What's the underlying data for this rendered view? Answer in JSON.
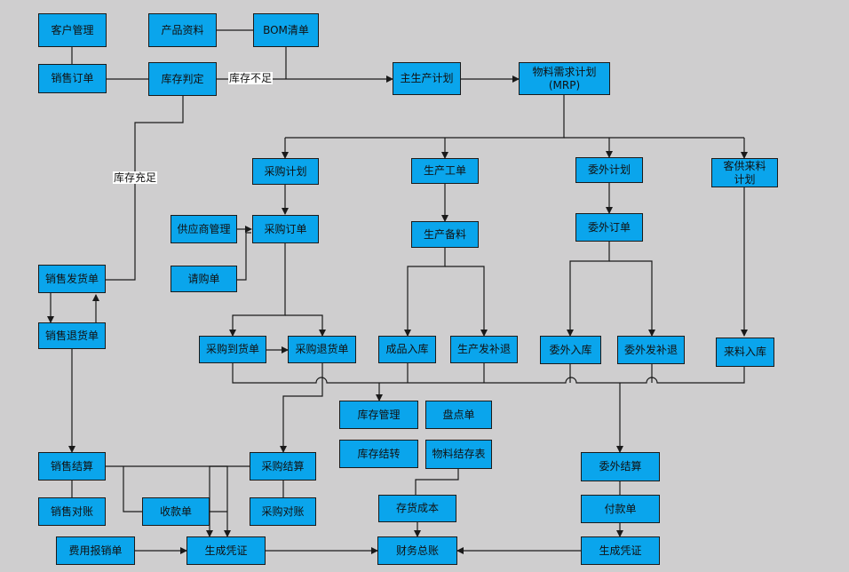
{
  "nodes": {
    "customer_mgmt": "客户管理",
    "product_info": "产品资料",
    "bom": "BOM清单",
    "sales_order": "销售订单",
    "stock_check": "库存判定",
    "mps": "主生产计划",
    "mrp": "物料需求计划\n(MRP)",
    "purchase_plan": "采购计划",
    "work_order": "生产工单",
    "outsource_plan": "委外计划",
    "customer_supplied_plan": "客供来料\n计划",
    "supplier_mgmt": "供应商管理",
    "purchase_order": "采购订单",
    "production_prep": "生产备料",
    "outsource_order": "委外订单",
    "sales_delivery": "销售发货单",
    "requisition": "请购单",
    "sales_return": "销售退货单",
    "purchase_receipt": "采购到货单",
    "purchase_return": "采购退货单",
    "finished_goods_in": "成品入库",
    "production_issue": "生产发补退",
    "outsource_in": "委外入库",
    "outsource_issue": "委外发补退",
    "material_in": "来料入库",
    "inventory_mgmt": "库存管理",
    "stocktake": "盘点单",
    "inventory_transfer": "库存结转",
    "material_balance": "物料结存表",
    "sales_settlement": "销售结算",
    "purchase_settlement": "采购结算",
    "outsource_settlement": "委外结算",
    "inventory_cost": "存货成本",
    "sales_reconcile": "销售对账",
    "receipt": "收款单",
    "purchase_reconcile": "采购对账",
    "payment": "付款单",
    "expense_claim": "费用报销单",
    "voucher_left": "生成凭证",
    "general_ledger": "财务总账",
    "voucher_right": "生成凭证"
  },
  "labels": {
    "stock_insufficient": "库存不足",
    "stock_sufficient": "库存充足"
  },
  "colors": {
    "node_fill": "#0aa5ec",
    "background": "#cfcecf",
    "line": "#1a1a1a"
  }
}
